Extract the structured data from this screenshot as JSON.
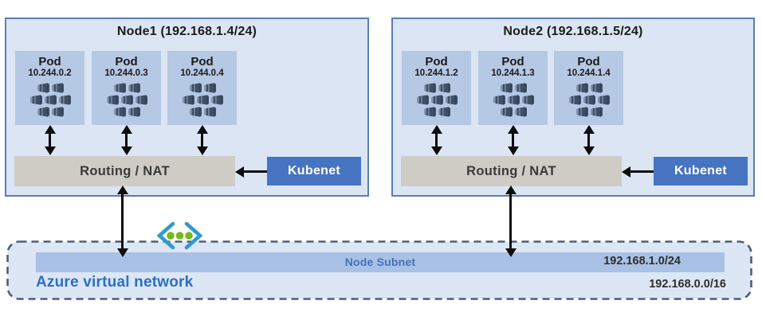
{
  "nodes": [
    {
      "title": "Node1 (192.168.1.4/24)",
      "pods": [
        {
          "label": "Pod",
          "ip": "10.244.0.2"
        },
        {
          "label": "Pod",
          "ip": "10.244.0.3"
        },
        {
          "label": "Pod",
          "ip": "10.244.0.4"
        }
      ],
      "routing_label": "Routing / NAT",
      "kubenet_label": "Kubenet"
    },
    {
      "title": "Node2 (192.168.1.5/24)",
      "pods": [
        {
          "label": "Pod",
          "ip": "10.244.1.2"
        },
        {
          "label": "Pod",
          "ip": "10.244.1.3"
        },
        {
          "label": "Pod",
          "ip": "10.244.1.4"
        }
      ],
      "routing_label": "Routing / NAT",
      "kubenet_label": "Kubenet"
    }
  ],
  "vnet": {
    "label": "Azure virtual network",
    "subnet_label": "Node Subnet",
    "subnet_cidr": "192.168.1.0/24",
    "vnet_cidr": "192.168.0.0/16"
  },
  "icons": {
    "pod_cluster": "containers-icon",
    "vnet": "azure-vnet-icon"
  },
  "colors": {
    "node_fill": "#dbe5f3",
    "node_border": "#5b7db5",
    "pod_fill": "#b5c8e4",
    "container_icon": "#3f4f66",
    "routing_fill": "#cfccc6",
    "kubenet_fill": "#4674c1",
    "kubenet_text": "#ffffff",
    "subnet_fill": "#a9c1e5",
    "subnet_label_text": "#4272b8",
    "vnet_fill": "#dce6f5",
    "vnet_dash_border": "#4e5d78",
    "vnet_label_text": "#2a70c2",
    "arrow": "#0d0d0d",
    "vnet_icon_bracket": "#2f9ace",
    "vnet_icon_dot": "#76b821"
  }
}
